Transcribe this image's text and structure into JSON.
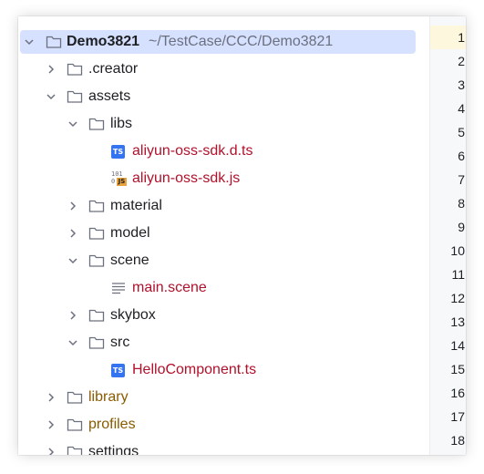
{
  "tree": {
    "root": {
      "name": "Demo3821",
      "path": "~/TestCase/CCC/Demo3821"
    },
    "items": [
      {
        "label": ".creator"
      },
      {
        "label": "assets"
      },
      {
        "label": "libs"
      },
      {
        "label": "aliyun-oss-sdk.d.ts",
        "badge": "TS"
      },
      {
        "label": "aliyun-oss-sdk.js",
        "badge_top": "101",
        "badge_bottom": "0",
        "badge_js": "JS"
      },
      {
        "label": "material"
      },
      {
        "label": "model"
      },
      {
        "label": "scene"
      },
      {
        "label": "main.scene"
      },
      {
        "label": "skybox"
      },
      {
        "label": "src"
      },
      {
        "label": "HelloComponent.ts",
        "badge": "TS"
      },
      {
        "label": "library"
      },
      {
        "label": "profiles"
      },
      {
        "label": "settings"
      }
    ]
  },
  "gutter": {
    "line_numbers": [
      "1",
      "2",
      "3",
      "4",
      "5",
      "6",
      "7",
      "8",
      "9",
      "10",
      "11",
      "12",
      "13",
      "14",
      "15",
      "16",
      "17",
      "18"
    ]
  },
  "colors": {
    "selection": "#d5e1ff",
    "modified_red": "#b0112b",
    "excluded_brown": "#8a5a00",
    "ts_blue": "#3574f0"
  }
}
